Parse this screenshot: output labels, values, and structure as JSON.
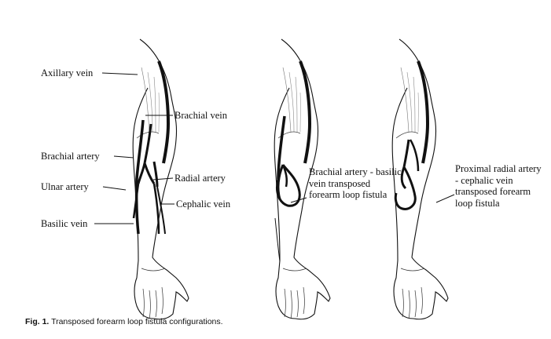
{
  "labels": {
    "axillary_vein": "Axillary vein",
    "brachial_vein": "Brachial vein",
    "brachial_artery": "Brachial artery",
    "radial_artery": "Radial artery",
    "ulnar_artery": "Ulnar artery",
    "cephalic_vein": "Cephalic vein",
    "basilic_vein": "Basilic vein"
  },
  "configurations": [
    {
      "description": "Brachial artery - basilic vein transposed forearm loop fistula"
    },
    {
      "description": "Proximal radial artery - cephalic vein transposed forearm loop fistula"
    }
  ],
  "caption": {
    "prefix": "Fig. 1.",
    "text": " Transposed forearm loop fistula configurations."
  }
}
